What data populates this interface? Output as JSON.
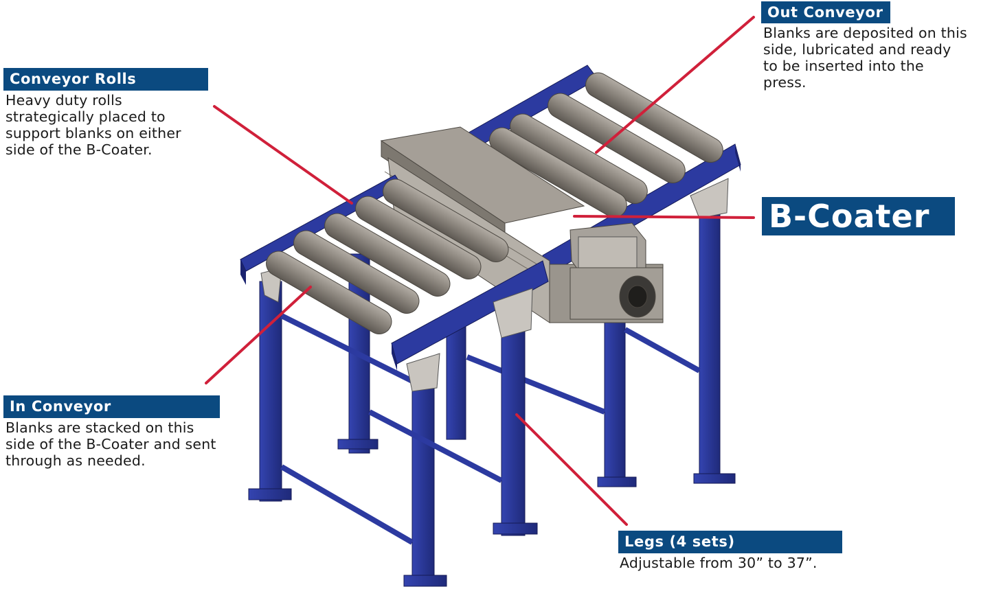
{
  "callouts": {
    "conveyor_rolls": {
      "title": "Conveyor Rolls",
      "text": "Heavy duty rolls strategically placed to support blanks on either side of the B-Coater."
    },
    "out_conveyor": {
      "title": "Out Conveyor",
      "text": "Blanks are deposited on this side, lubricated and ready to be inserted into the press."
    },
    "in_conveyor": {
      "title": "In Conveyor",
      "text": "Blanks are stacked on this side of the B-Coater and sent through as needed."
    },
    "legs": {
      "title": "Legs (4 sets)",
      "text": "Adjustable from 30” to 37”."
    },
    "b_coater": {
      "title": "B-Coater"
    }
  },
  "colors": {
    "callout_bg": "#0b4a80",
    "leader_line": "#d0203a",
    "frame_blue": "#2c3aa0",
    "roller_gray": "#8a847c",
    "machine_gray": "#9a958d"
  }
}
